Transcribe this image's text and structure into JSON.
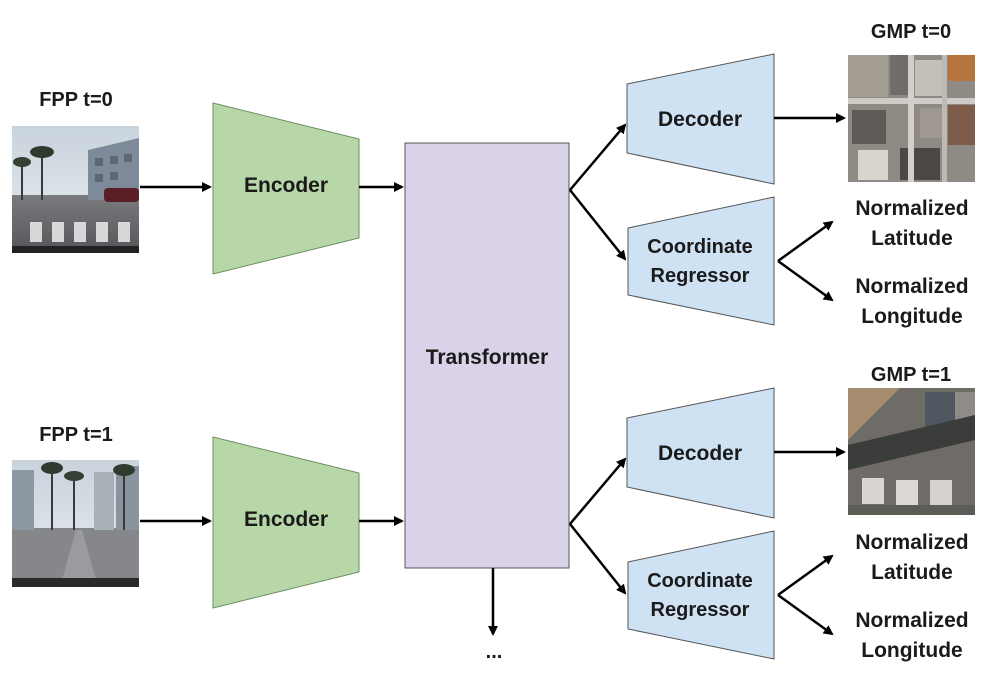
{
  "input_frames": [
    {
      "title": "FPP t=0",
      "image": "street-view-photo"
    },
    {
      "title": "FPP t=1",
      "image": "street-view-photo"
    }
  ],
  "encoders": [
    {
      "label": "Encoder"
    },
    {
      "label": "Encoder"
    }
  ],
  "transformer": {
    "label": "Transformer",
    "continuation": "..."
  },
  "decoders": [
    {
      "label": "Decoder"
    },
    {
      "label": "Decoder"
    }
  ],
  "regressors": [
    {
      "label_line1": "Coordinate",
      "label_line2": "Regressor"
    },
    {
      "label_line1": "Coordinate",
      "label_line2": "Regressor"
    }
  ],
  "map_outputs": [
    {
      "title": "GMP t=0",
      "image": "aerial-map-photo"
    },
    {
      "title": "GMP t=1",
      "image": "aerial-map-photo"
    }
  ],
  "coord_outputs": [
    {
      "lat_line1": "Normalized",
      "lat_line2": "Latitude",
      "lon_line1": "Normalized",
      "lon_line2": "Longitude"
    },
    {
      "lat_line1": "Normalized",
      "lat_line2": "Latitude",
      "lon_line1": "Normalized",
      "lon_line2": "Longitude"
    }
  ],
  "colors": {
    "encoder_fill": "#b7d7a8",
    "transformer_fill": "#d9d2e9",
    "decoder_fill": "#cfe2f3",
    "stroke": "#555555",
    "arrow": "#000000"
  }
}
